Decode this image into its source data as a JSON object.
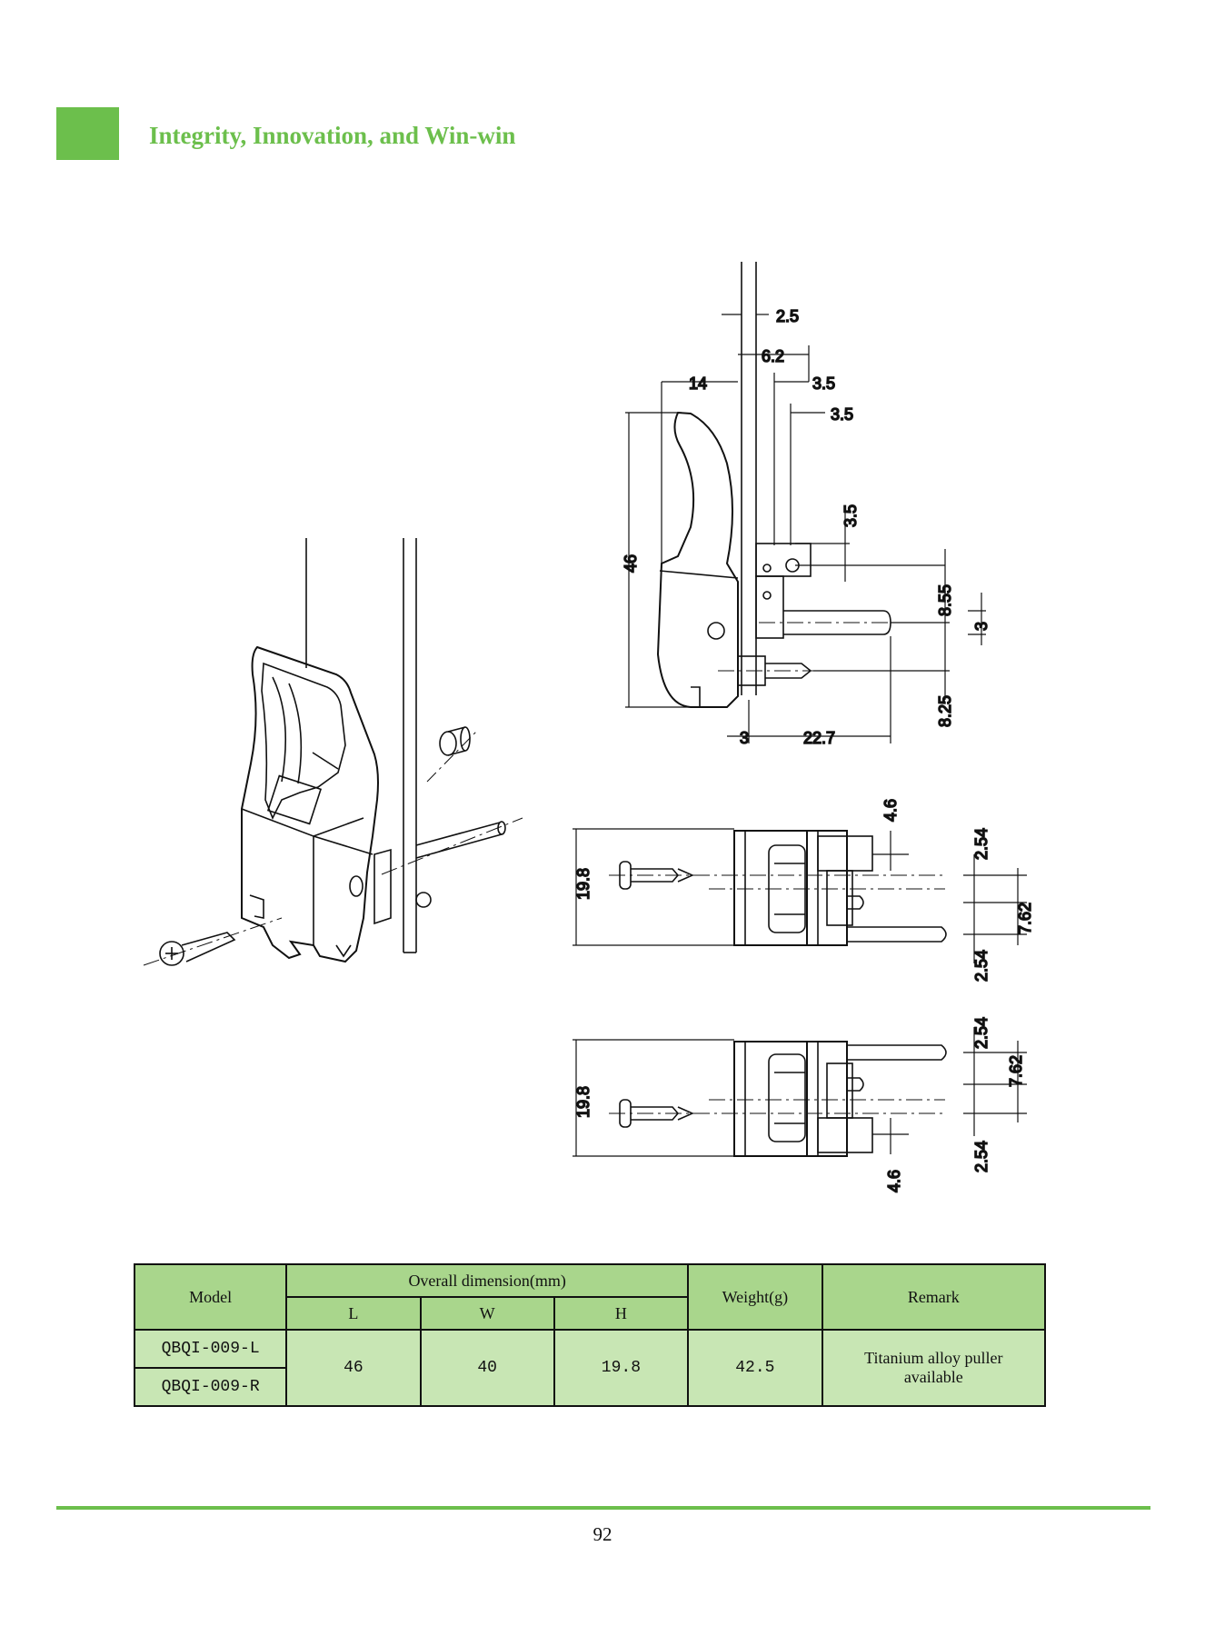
{
  "header": {
    "title": "Integrity, Innovation, and Win-win",
    "accent_color": "#6cbf4c"
  },
  "drawing": {
    "side_view_dims": [
      "2.5",
      "6.2",
      "14",
      "3.5",
      "3.5",
      "46",
      "3.5",
      "8.55",
      "3",
      "8.25",
      "3",
      "22.7"
    ],
    "top_view_dims": [
      "19.8",
      "4.6",
      "2.54",
      "7.62",
      "2.54"
    ],
    "bottom_view_dims": [
      "19.8",
      "2.54",
      "7.62",
      "2.54",
      "4.6"
    ]
  },
  "table": {
    "head": {
      "model": "Model",
      "overall": "Overall dimension(mm)",
      "l": "L",
      "w": "W",
      "h": "H",
      "weight": "Weight(g)",
      "remark": "Remark"
    },
    "models": [
      "QBQI-009-L",
      "QBQI-009-R"
    ],
    "values": {
      "l": "46",
      "w": "40",
      "h": "19.8",
      "weight": "42.5"
    },
    "remark": "Titanium alloy puller available",
    "header_color": "#a9d68c",
    "body_color": "#c8e6b4"
  },
  "footer": {
    "page_number": "92"
  }
}
